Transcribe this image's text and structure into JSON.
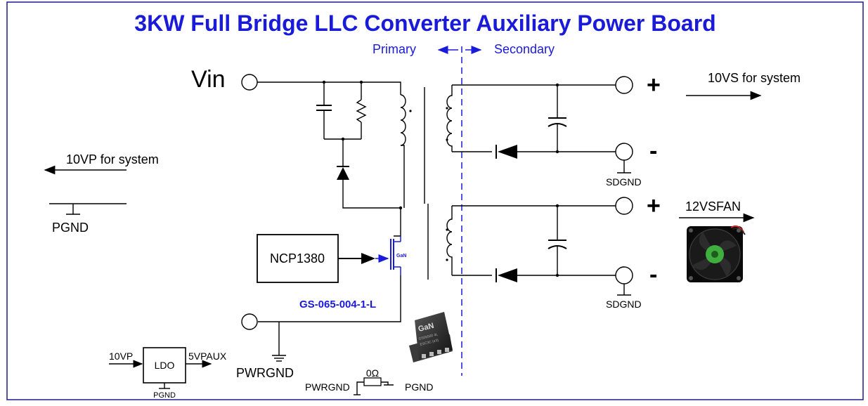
{
  "title": "3KW Full Bridge LLC Converter Auxiliary Power Board",
  "isolation": {
    "primary": "Primary",
    "secondary": "Secondary"
  },
  "labels": {
    "vin": "Vin",
    "out_10vp": "10VP for system",
    "pgnd": "PGND",
    "controller": "NCP1380",
    "gan_tag": "GaN",
    "gan_part": "GS-065-004-1-L",
    "pwrgnd": "PWRGND",
    "out_10vs": "10VS for system",
    "plus_top": "+",
    "minus_top": "-",
    "sdgnd_top": "SDGND",
    "out_12vsfan": "12VSFAN",
    "plus_bottom": "+",
    "minus_bottom": "-",
    "sdgnd_bottom": "SDGND"
  },
  "ldo": {
    "input": "10VP",
    "name": "LDO",
    "output": "5VPAUX",
    "gnd": "PGND"
  },
  "jumper": {
    "value": "0Ω",
    "left": "PWRGND",
    "right": "PGND"
  },
  "chip_marking": {
    "logo": "GaN",
    "line1": "GS06500 4L",
    "line2": "ESC3C  (e3)"
  },
  "colors": {
    "title": "#1a1ad9",
    "isolation_line": "#1a1ad9",
    "border": "#1a1a8a"
  }
}
